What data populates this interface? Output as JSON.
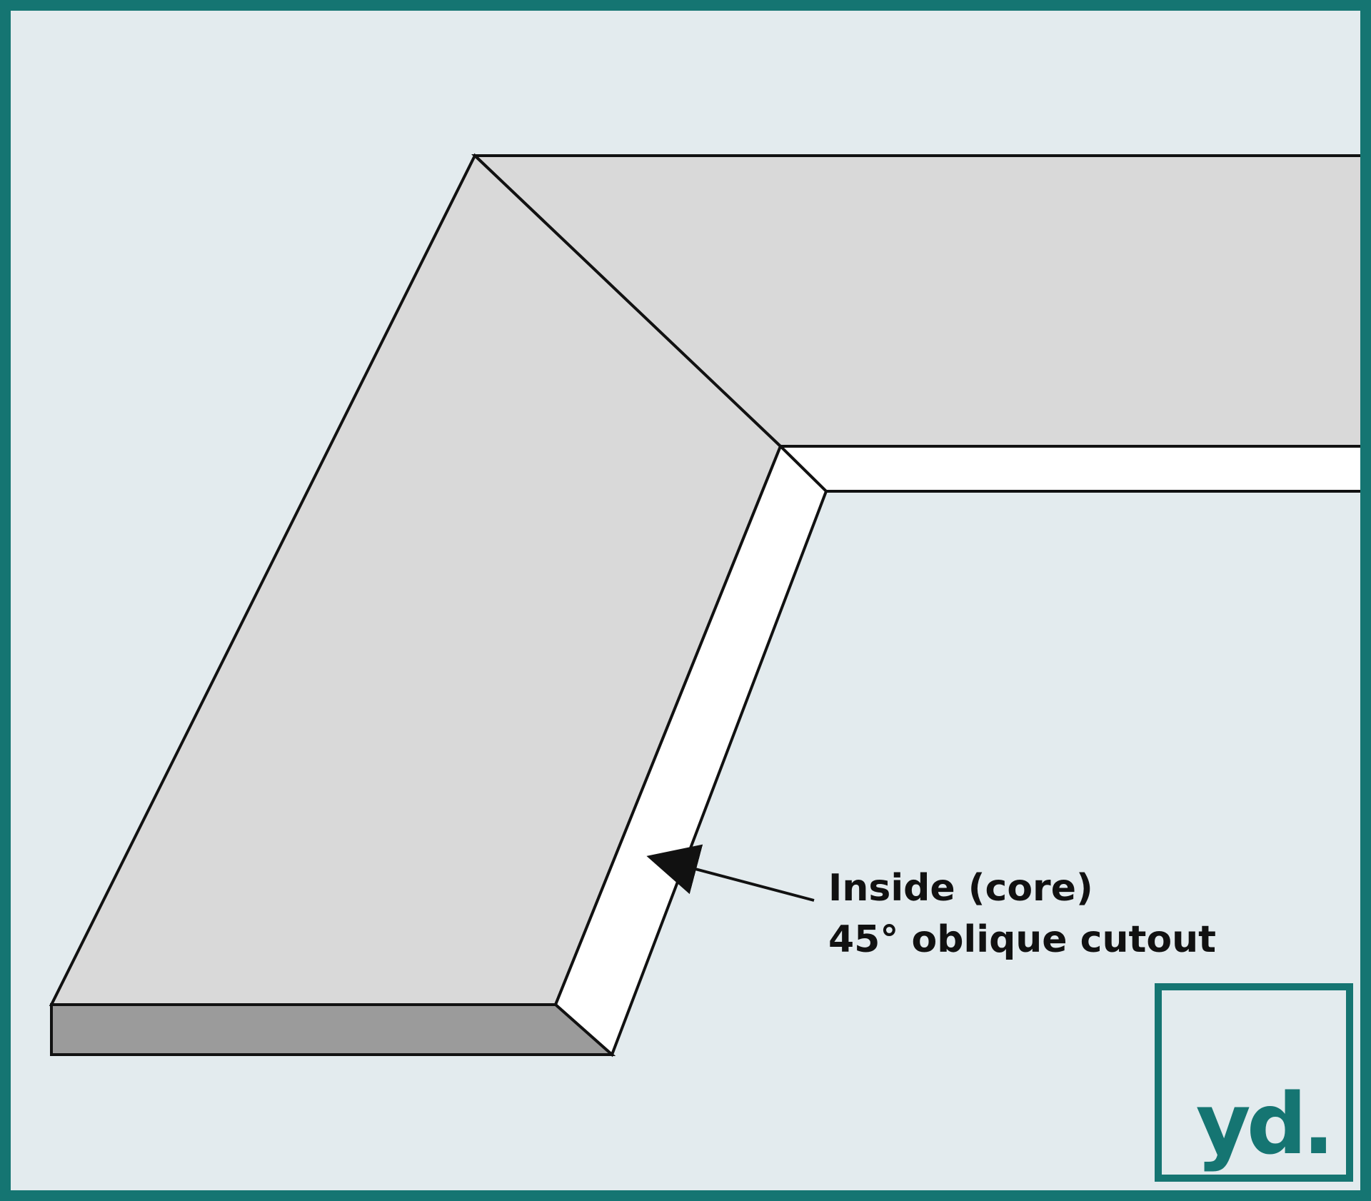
{
  "callout": {
    "line1": "Inside (core)",
    "line2": "45° oblique cutout"
  },
  "logo": {
    "text": "yd."
  },
  "colors": {
    "frame": "#157572",
    "background": "#e3ebee",
    "top_face": "#d9d9d9",
    "front_edge": "#9b9b9b",
    "cut_face": "#ffffff",
    "outline": "#111111",
    "logo": "#157572"
  }
}
